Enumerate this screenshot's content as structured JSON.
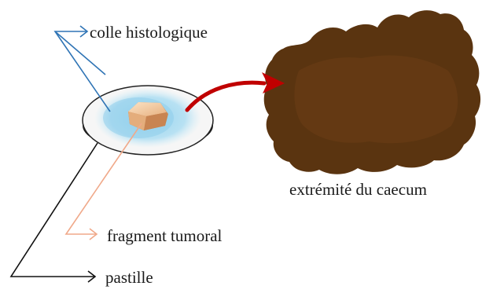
{
  "labels": {
    "glue": "colle histologique",
    "caecum": "extrémité du caecum",
    "fragment": "fragment tumoral",
    "pellet": "pastille"
  },
  "colors": {
    "glue_arrow": "#2f74b5",
    "fragment_arrow": "#f0a98a",
    "pellet_arrow": "#111111",
    "curved_arrow": "#c00000",
    "caecum": "#5a3410",
    "glue_fill": "#9fd3ee",
    "fragment": "#e9b98c"
  },
  "icons": [
    "arrow-head-icon"
  ]
}
